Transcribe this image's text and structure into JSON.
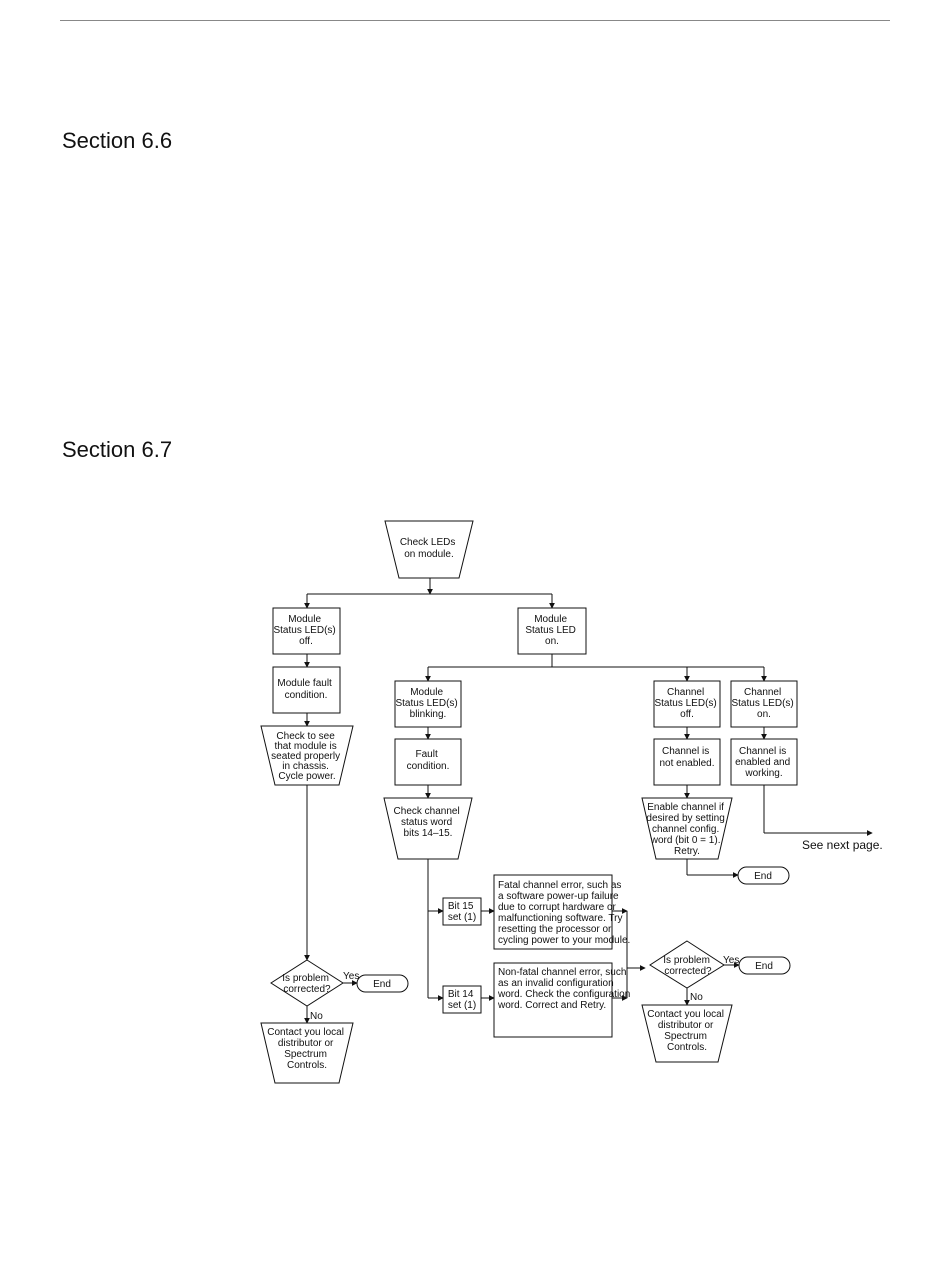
{
  "page": {
    "sections": [
      "Section 6.6",
      "Section 6.7"
    ]
  },
  "flowchart": {
    "check_leds": [
      "Check LEDs",
      "on module."
    ],
    "module_status_off": [
      "Module",
      "Status LED(s)",
      "off."
    ],
    "module_status_on": [
      "Module",
      "Status LED",
      "on."
    ],
    "module_fault": [
      "Module fault",
      "condition."
    ],
    "check_seated": [
      "Check to see",
      "that module is",
      "seated properly",
      "in chassis.",
      "Cycle power."
    ],
    "module_blinking": [
      "Module",
      "Status LED(s)",
      "blinking."
    ],
    "fault_condition": [
      "Fault",
      "condition."
    ],
    "check_channel_word": [
      "Check channel",
      "status word",
      "bits 14–15."
    ],
    "channel_off": [
      "Channel",
      "Status LED(s)",
      "off."
    ],
    "channel_on": [
      "Channel",
      "Status LED(s)",
      "on."
    ],
    "channel_not_enabled": [
      "Channel is",
      "not enabled."
    ],
    "channel_enabled": [
      "Channel is",
      "enabled and",
      "working."
    ],
    "enable_channel": [
      "Enable channel if",
      "desired by setting",
      "channel config.",
      "word (bit 0 = 1).",
      "Retry."
    ],
    "see_next_page": "See next page.",
    "end_label": "End",
    "bit15": [
      "Bit 15",
      "set (1)"
    ],
    "bit14": [
      "Bit 14",
      "set (1)"
    ],
    "fatal_error": [
      "Fatal channel error, such as",
      "a software power-up failure",
      "due to corrupt hardware or",
      "malfunctioning software. Try",
      "resetting the processor or",
      "cycling power to your module."
    ],
    "nonfatal_error": [
      "Non-fatal channel error, such",
      "as an invalid configuration",
      "word. Check the configuration",
      "word. Correct and Retry."
    ],
    "problem_corrected": [
      "Is problem",
      "corrected?"
    ],
    "yes_label": "Yes",
    "no_label": "No",
    "contact": [
      "Contact you local",
      "distributor or",
      "Spectrum",
      "Controls."
    ]
  }
}
